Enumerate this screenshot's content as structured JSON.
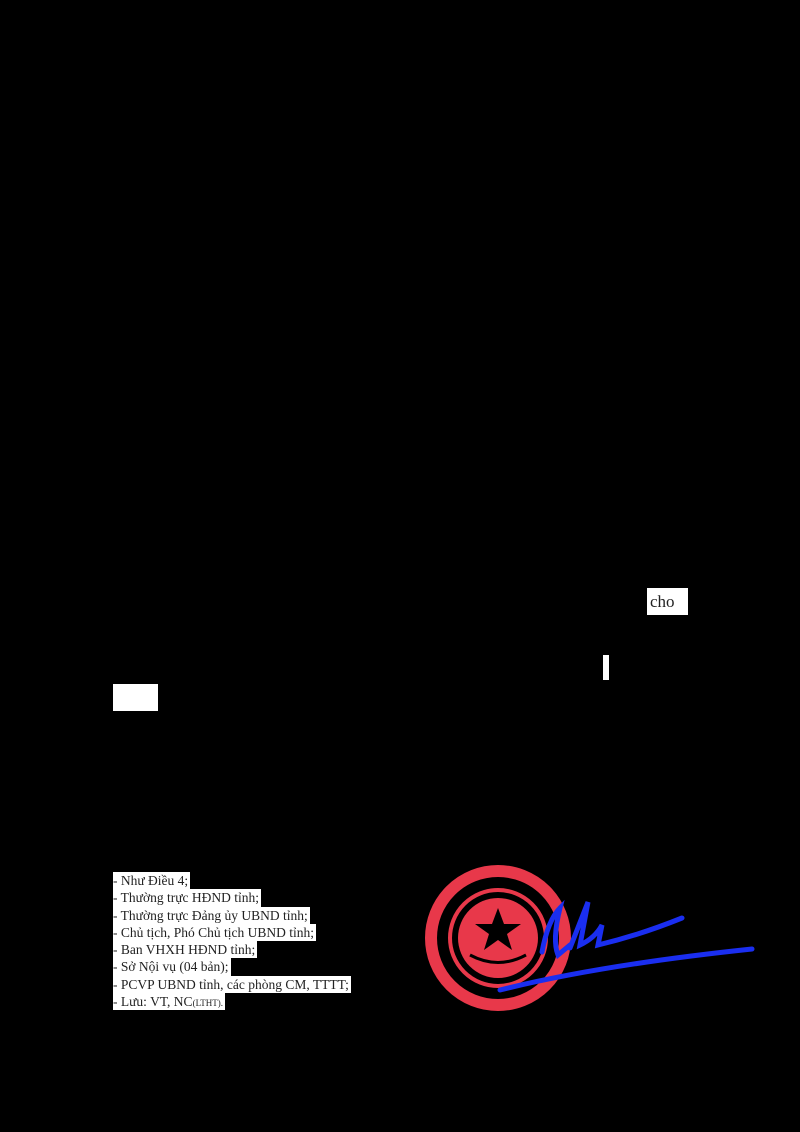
{
  "fragments": {
    "cho": "cho"
  },
  "recipients": [
    {
      "text": "- Như Điều 4;"
    },
    {
      "text": "- Thường trực HĐND tỉnh;"
    },
    {
      "text": "- Thường trực Đảng ủy UBND tỉnh;"
    },
    {
      "text": "- Chủ tịch, Phó Chủ tịch UBND tỉnh;"
    },
    {
      "text": "- Ban VHXH HĐND tỉnh;"
    },
    {
      "text": "- Sở Nội vụ (04 bản);"
    },
    {
      "text": "- PCVP UBND tỉnh, các phòng CM, TTTT;"
    },
    {
      "text": "- Lưu: VT, NC",
      "suffix": "(LTHT)."
    }
  ],
  "colors": {
    "seal": "#e8384a",
    "signature": "#1a2ef0"
  }
}
